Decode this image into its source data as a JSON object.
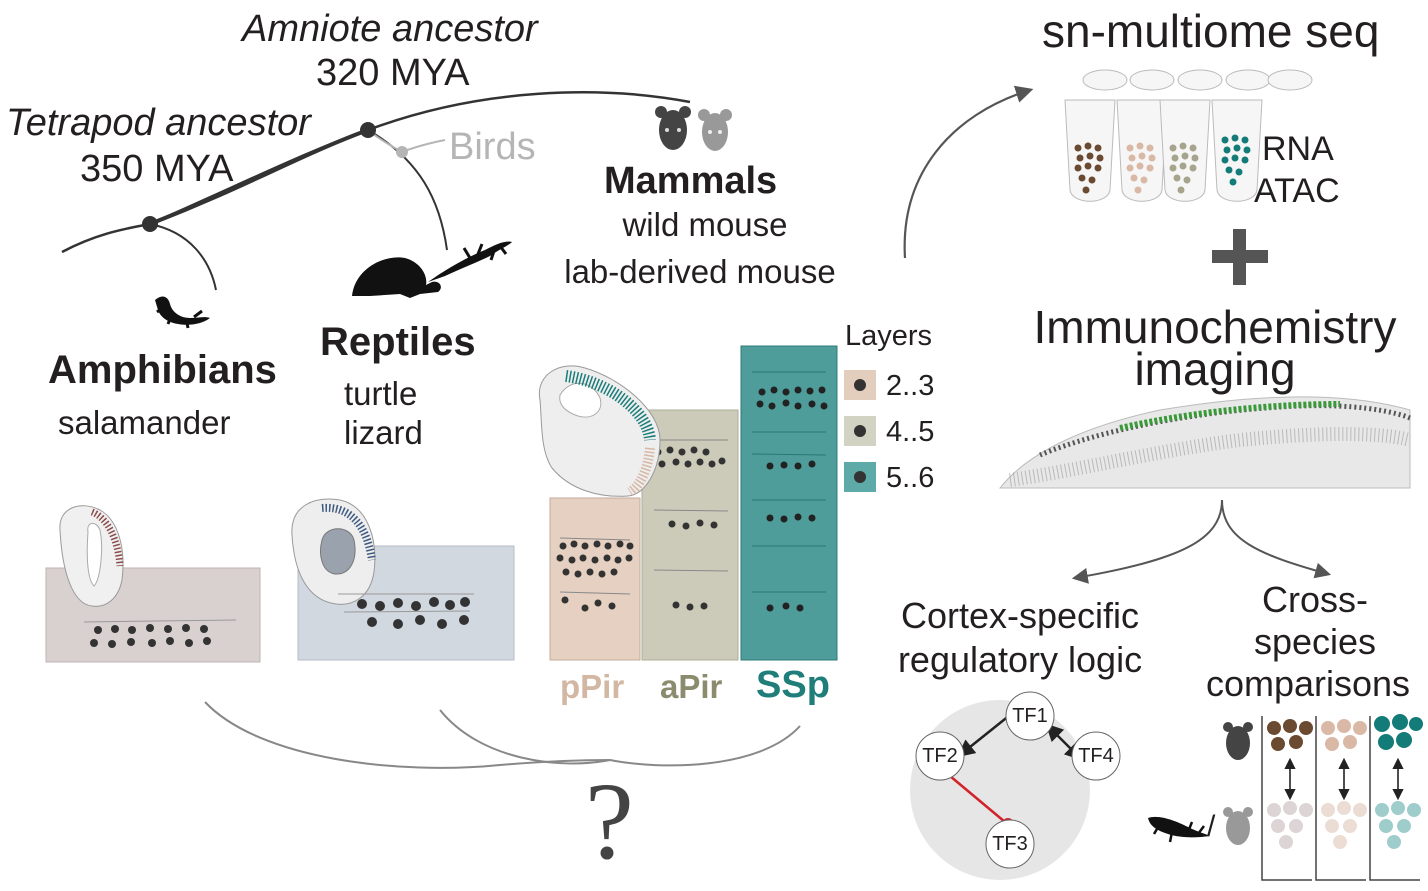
{
  "phylogeny": {
    "amniote_title": "Amniote ancestor",
    "amniote_age": "320 MYA",
    "tetrapod_title": "Tetrapod ancestor",
    "tetrapod_age": "350 MYA",
    "birds": "Birds"
  },
  "groups": {
    "mammals_title": "Mammals",
    "mammals_line1": "wild mouse",
    "mammals_line2": "lab-derived mouse",
    "reptiles_title": "Reptiles",
    "reptiles_line1": "turtle",
    "reptiles_line2": "lizard",
    "amphibians_title": "Amphibians",
    "amphibians_line1": "salamander"
  },
  "cortex": {
    "regions": [
      "pPir",
      "aPir",
      "SSp"
    ],
    "legend_title": "Layers",
    "legend_items": [
      {
        "label": "2..3",
        "color": "#e3cdbd"
      },
      {
        "label": "4..5",
        "color": "#d3d3c3"
      },
      {
        "label": "5..6",
        "color": "#5eaaa8"
      }
    ],
    "question": "?"
  },
  "methods": {
    "seq_title": "sn-multiome seq",
    "rna": "RNA",
    "atac": "ATAC",
    "plus": "+",
    "imaging_line1": "Immunochemistry",
    "imaging_line2": "imaging"
  },
  "outputs": {
    "regulatory_line1": "Cortex-specific",
    "regulatory_line2": "regulatory logic",
    "tf_nodes": [
      "TF1",
      "TF2",
      "TF4",
      "TF3"
    ],
    "cross_line1": "Cross-",
    "cross_line2": "species",
    "cross_line3": "comparisons",
    "slash": "/"
  },
  "colors": {
    "ppir": "#d2b7a3",
    "apir": "#8b8b6e",
    "ssp": "#1f7d7a",
    "teal_fill": "#5ea8a6",
    "inhibit": "#d2232a"
  }
}
